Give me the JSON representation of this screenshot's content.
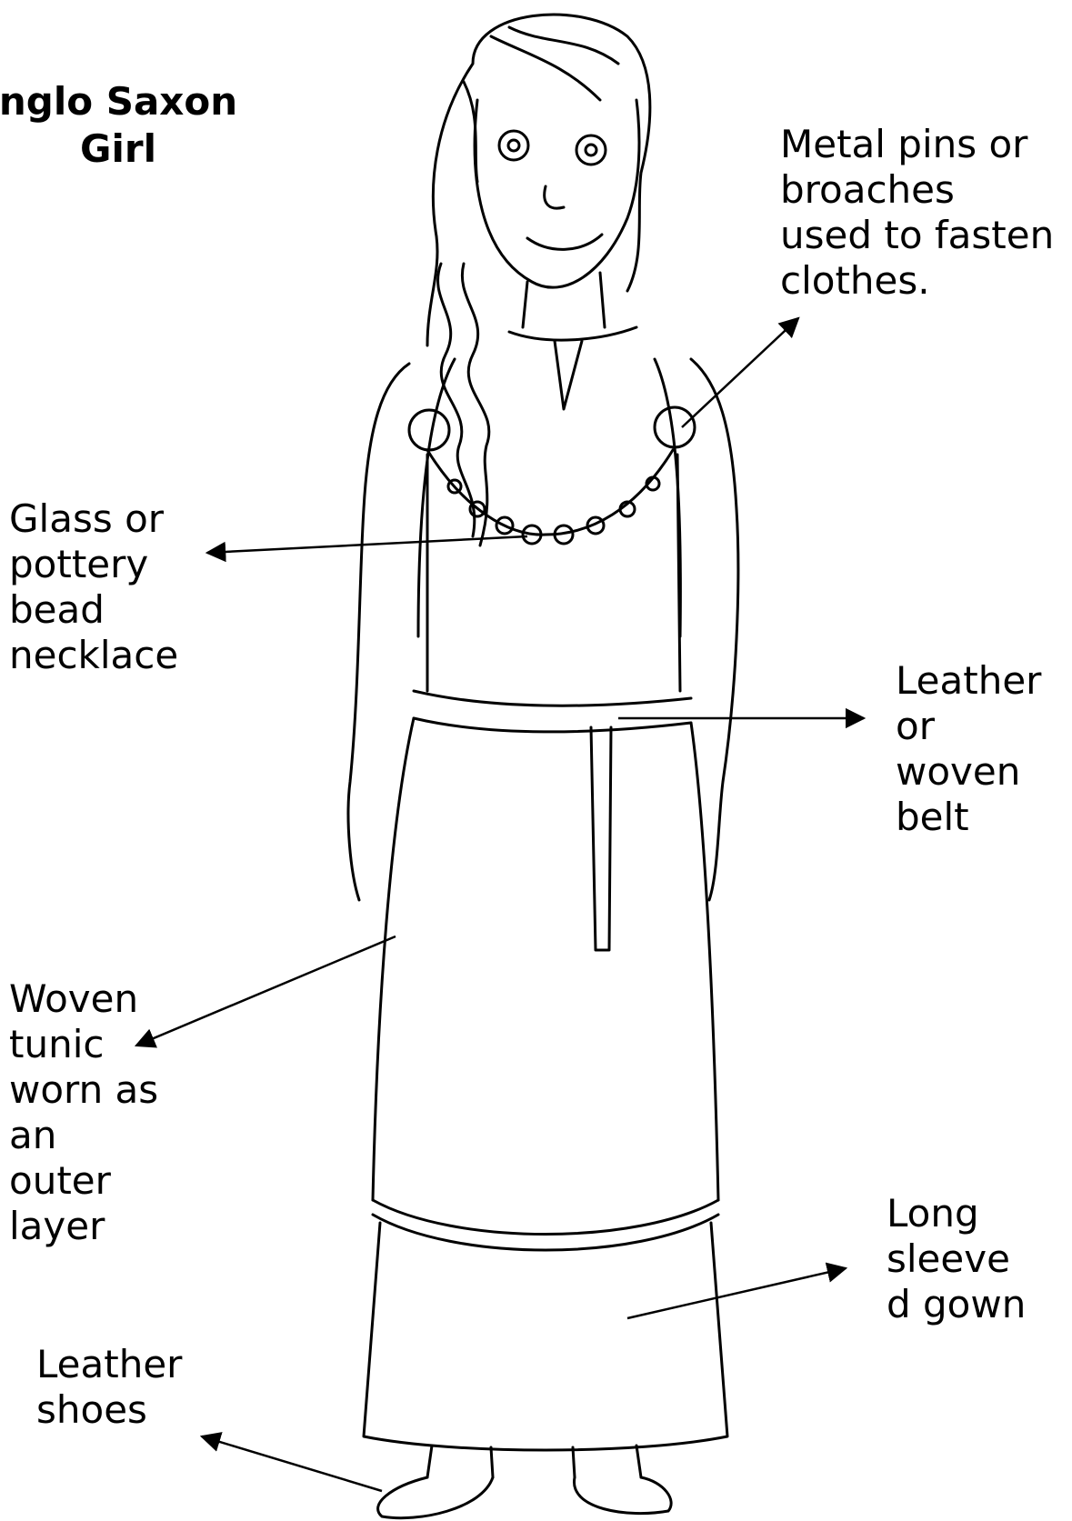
{
  "title": [
    "nglo Saxon",
    "Girl"
  ],
  "labels": {
    "pins": [
      "Metal pins or",
      "broaches",
      "used to fasten",
      "clothes."
    ],
    "necklace": [
      "Glass or",
      "pottery",
      "bead",
      "necklace"
    ],
    "belt": [
      "Leather",
      "or",
      "woven",
      "belt"
    ],
    "tunic": [
      "Woven",
      "tunic",
      "worn as",
      "an",
      "outer",
      "layer"
    ],
    "gown": [
      "Long",
      "sleeve",
      "d gown"
    ],
    "shoes": [
      "Leather",
      "shoes"
    ]
  },
  "colors": {
    "ink": "#000000",
    "paper": "#ffffff"
  }
}
